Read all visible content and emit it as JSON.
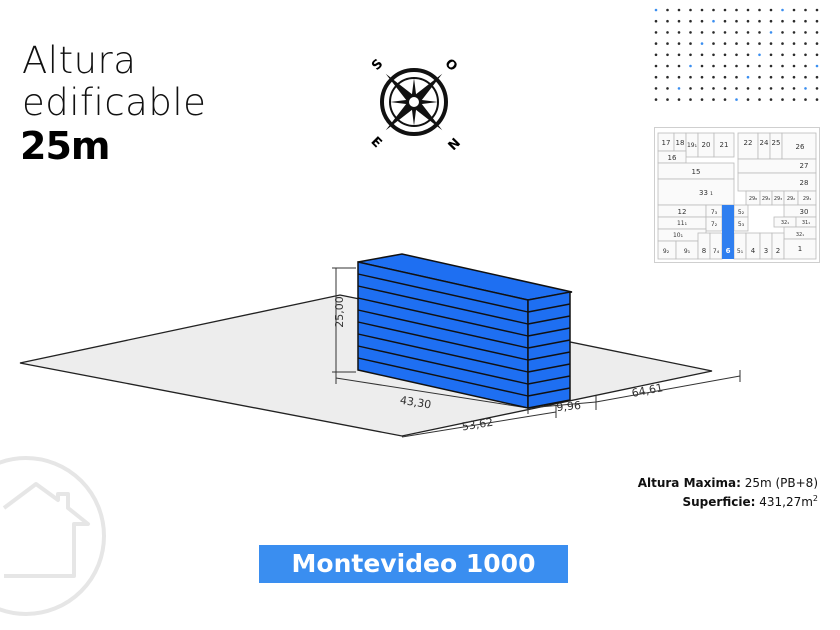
{
  "title": {
    "line1": "Altura",
    "line2": "edificable",
    "height": "25m"
  },
  "compass": {
    "icon": "compass-rose-icon",
    "labels": [
      "S",
      "O",
      "E",
      "N"
    ]
  },
  "dimensions": {
    "height_label": "25,00",
    "front_left": "43,30",
    "front_middle": "9,96",
    "right_side": "64,61",
    "bottom": "53,62"
  },
  "building": {
    "floors": 9,
    "color": "#1e6ff2"
  },
  "info": {
    "altura_label": "Altura Maxima:",
    "altura_value": "25m (PB+8)",
    "superficie_label": "Superficie:",
    "superficie_value": "431,27m",
    "superficie_unit_sup": "2"
  },
  "address_banner": {
    "text": "Montevideo 1000",
    "color": "#3a8ef0"
  },
  "site_map": {
    "highlight_lot": "6",
    "lots": [
      "17",
      "18",
      "19₁",
      "20",
      "21",
      "22",
      "24",
      "25",
      "26",
      "16",
      "15",
      "27",
      "28",
      "33 ₁",
      "29₈",
      "29₄",
      "29₃",
      "29₂",
      "29₁",
      "12",
      "7₃",
      "5₂",
      "30",
      "11₁",
      "7₂",
      "5₃",
      "32₁",
      "31₁",
      "10₁",
      "32₁",
      "9₂",
      "9₁",
      "8",
      "7₄",
      "6",
      "5₁",
      "4",
      "3",
      "2",
      "1"
    ]
  },
  "logo": {
    "icon": "house-logo-icon"
  }
}
